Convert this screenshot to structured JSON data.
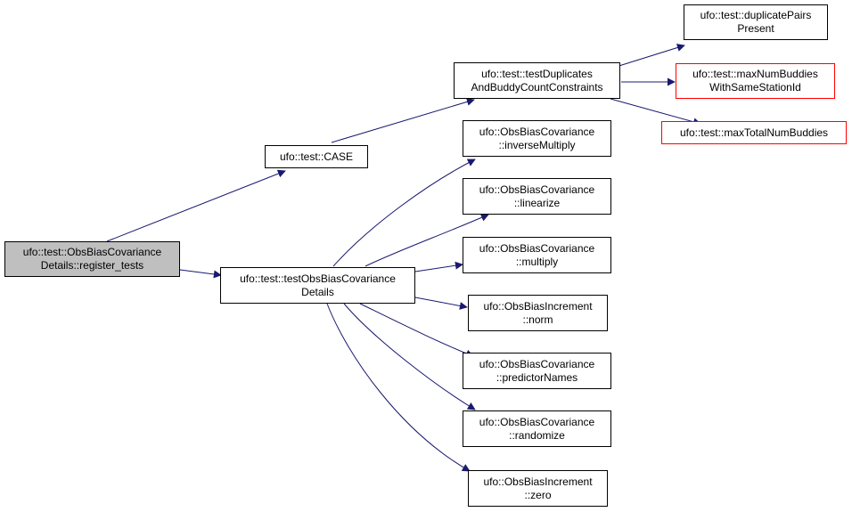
{
  "colors": {
    "edge": "#191970",
    "node_border": "#000000",
    "node_border_truncated": "#ff0000",
    "root_fill": "#bfbfbf"
  },
  "nodes": {
    "root": {
      "line1": "ufo::test::ObsBiasCovariance",
      "line2": "Details::register_tests"
    },
    "case": {
      "line1": "ufo::test::CASE"
    },
    "testdup": {
      "line1": "ufo::test::testDuplicates",
      "line2": "AndBuddyCountConstraints"
    },
    "dupp": {
      "line1": "ufo::test::duplicatePairs",
      "line2": "Present"
    },
    "maxnum": {
      "line1": "ufo::test::maxNumBuddies",
      "line2": "WithSameStationId"
    },
    "maxtot": {
      "line1": "ufo::test::maxTotalNumBuddies"
    },
    "testobs": {
      "line1": "ufo::test::testObsBiasCovariance",
      "line2": "Details"
    },
    "inv": {
      "line1": "ufo::ObsBiasCovariance",
      "line2": "::inverseMultiply"
    },
    "lin": {
      "line1": "ufo::ObsBiasCovariance",
      "line2": "::linearize"
    },
    "mul": {
      "line1": "ufo::ObsBiasCovariance",
      "line2": "::multiply"
    },
    "norm": {
      "line1": "ufo::ObsBiasIncrement",
      "line2": "::norm"
    },
    "pred": {
      "line1": "ufo::ObsBiasCovariance",
      "line2": "::predictorNames"
    },
    "rand": {
      "line1": "ufo::ObsBiasCovariance",
      "line2": "::randomize"
    },
    "zero": {
      "line1": "ufo::ObsBiasIncrement",
      "line2": "::zero"
    }
  }
}
